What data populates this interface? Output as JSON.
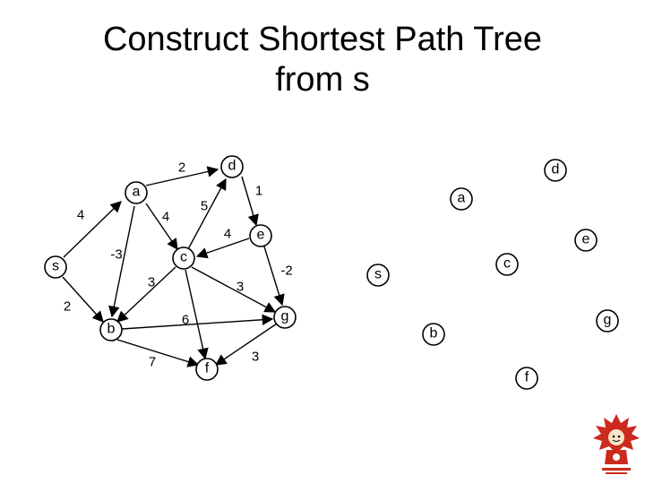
{
  "slide": {
    "title_line1": "Construct Shortest Path Tree",
    "title_line2": "from s"
  },
  "graph": {
    "nodes": {
      "s": "s",
      "a": "a",
      "b": "b",
      "c": "c",
      "d": "d",
      "e": "e",
      "f": "f",
      "g": "g"
    },
    "edges": [
      {
        "id": "s-a",
        "weight": "4"
      },
      {
        "id": "s-b",
        "weight": "2"
      },
      {
        "id": "a-d",
        "weight": "2"
      },
      {
        "id": "a-c",
        "weight": "4"
      },
      {
        "id": "a-b",
        "weight": "-3"
      },
      {
        "id": "c-d",
        "weight": "5"
      },
      {
        "id": "d-e",
        "weight": "1"
      },
      {
        "id": "e-c",
        "weight": "4"
      },
      {
        "id": "c-b",
        "weight": "3"
      },
      {
        "id": "c-g",
        "weight": "3"
      },
      {
        "id": "e-g",
        "weight": "-2"
      },
      {
        "id": "b-g",
        "weight": "6"
      },
      {
        "id": "b-f",
        "weight": "7"
      },
      {
        "id": "c-f",
        "weight": ""
      },
      {
        "id": "g-f",
        "weight": "3"
      }
    ]
  },
  "tree": {
    "nodes": {
      "s": "s",
      "a": "a",
      "b": "b",
      "c": "c",
      "d": "d",
      "e": "e",
      "f": "f",
      "g": "g"
    }
  },
  "colors": {
    "stroke": "#000000",
    "background": "#ffffff",
    "mascot_red": "#cc2a1e"
  }
}
